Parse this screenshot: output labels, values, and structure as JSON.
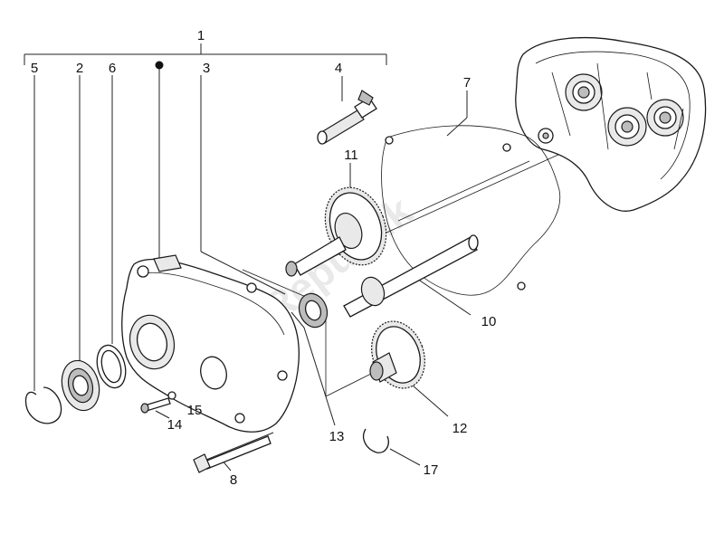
{
  "callouts": [
    "1",
    "2",
    "3",
    "4",
    "5",
    "6",
    "7",
    "8",
    "10",
    "11",
    "12",
    "13",
    "14",
    "15",
    "17"
  ],
  "watermark": "PartsRepublik"
}
